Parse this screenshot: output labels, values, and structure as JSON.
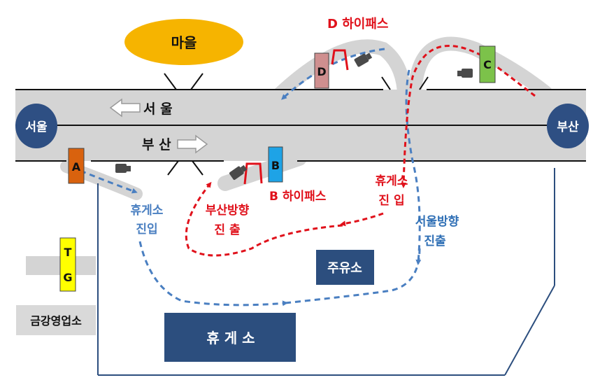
{
  "labels": {
    "village": "마을",
    "seoul_left": "서울",
    "busan_right": "부산",
    "dir_seoul": "서 울",
    "dir_busan": "부 산",
    "hipass_d": "D 하이패스",
    "hipass_b": "B 하이패스",
    "rest_entry_left_1": "휴게소",
    "rest_entry_left_2": "진입",
    "busan_exit_1": "부산방향",
    "busan_exit_2": "진  출",
    "rest_entry_right_1": "휴게소",
    "rest_entry_right_2": "진  입",
    "seoul_exit_1": "서울방향",
    "seoul_exit_2": "진출",
    "gas_station": "주유소",
    "rest_area": "휴 게 소",
    "office": "금강영업소",
    "tg_t": "T",
    "tg_g": "G",
    "gate_a": "A",
    "gate_b": "B",
    "gate_c": "C",
    "gate_d": "D"
  },
  "colors": {
    "road": "#d4d4d4",
    "city_circle": "#2e4f83",
    "village": "#f6b400",
    "red_path": "#e0111b",
    "blue_path": "#4a7fc1",
    "navy_box": "#2c4e7e",
    "gate_a": "#d9620e",
    "gate_b": "#1ea3e6",
    "gate_c": "#7cc24a",
    "gate_d": "#cf8f8f",
    "tg": "#ffff00"
  }
}
